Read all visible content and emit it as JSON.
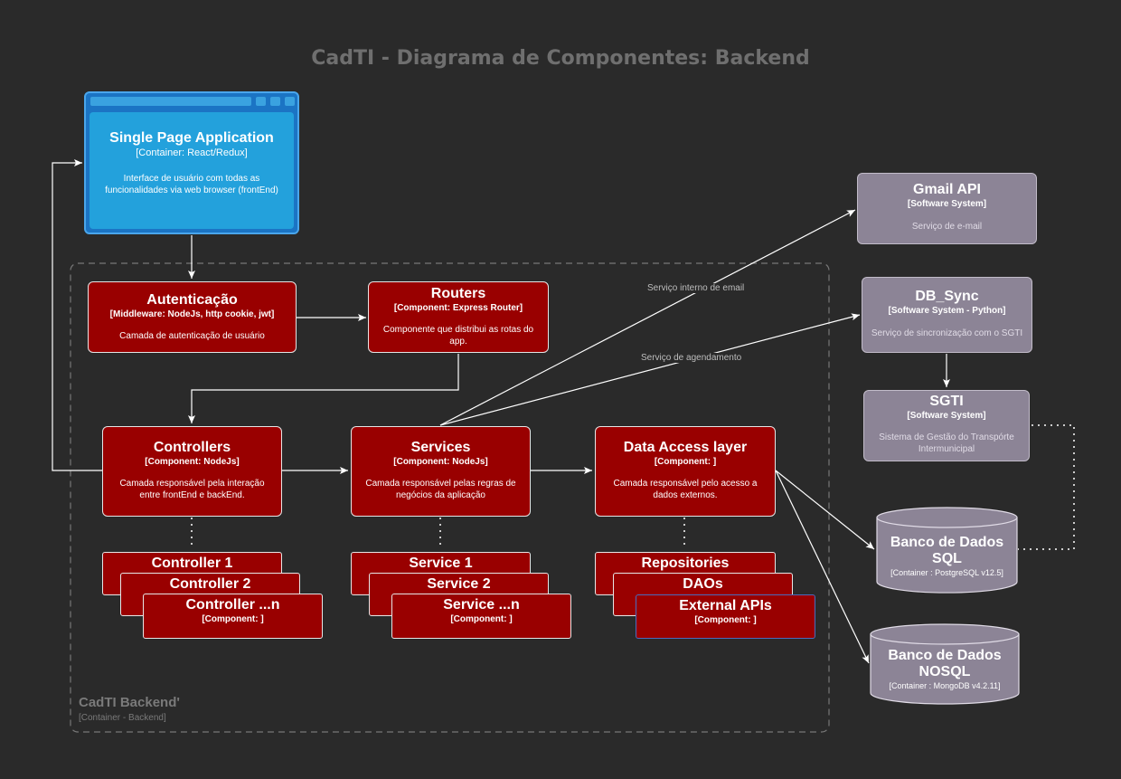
{
  "title": "CadTI - Diagrama de Componentes: Backend",
  "colors": {
    "background": "#2a2a2a",
    "component": "#990000",
    "external": "#8c8496",
    "spa": "#23a1dc",
    "lines": "#ffffff"
  },
  "spa": {
    "title": "Single Page Application",
    "subtitle": "[Container: React/Redux]",
    "description": "Interface de usuário com todas as funcionalidades via web browser (frontEnd)"
  },
  "container": {
    "name": "CadTI Backend'",
    "type": "[Container - Backend]"
  },
  "auth": {
    "title": "Autenticação",
    "subtitle": "[Middleware: NodeJs, http cookie, jwt]",
    "description": "Camada de autenticação de usuário"
  },
  "routers": {
    "title": "Routers",
    "subtitle": "[Component: Express Router]",
    "description": "Componente que distribui as rotas do app."
  },
  "controllers": {
    "title": "Controllers",
    "subtitle": "[Component: NodeJs]",
    "description": "Camada responsável pela interação entre frontEnd e backEnd."
  },
  "services": {
    "title": "Services",
    "subtitle": "[Component: NodeJs]",
    "description": "Camada responsável pelas regras de negócios da aplicação"
  },
  "dal": {
    "title": "Data Access layer",
    "subtitle": "[Component: ]",
    "description": "Camada responsável pelo acesso a dados externos."
  },
  "controller_stack": {
    "items": [
      "Controller 1",
      "Controller 2",
      "Controller ...n"
    ],
    "subtitle": "[Component: ]"
  },
  "service_stack": {
    "items": [
      "Service 1",
      "Service 2",
      "Service ...n"
    ],
    "subtitle": "[Component: ]"
  },
  "dal_stack": {
    "items": [
      "Repositories",
      "DAOs",
      "External APIs"
    ],
    "subtitle": "[Component: ]"
  },
  "gmail": {
    "title": "Gmail API",
    "subtitle": "[Software System]",
    "description": "Serviço de e-mail"
  },
  "dbsync": {
    "title": "DB_Sync",
    "subtitle": "[Software System - Python]",
    "description": "Serviço de sincronização com o SGTI"
  },
  "sgti": {
    "title": "SGTI",
    "subtitle": "[Software System]",
    "description": "Sistema de Gestão do Transpórte Intermunicipal"
  },
  "sql": {
    "title_line1": "Banco de Dados",
    "title_line2": "SQL",
    "subtitle": "[Container : PostgreSQL v12.5]"
  },
  "nosql": {
    "title_line1": "Banco de Dados",
    "title_line2": "NOSQL",
    "subtitle": "[Container : MongoDB v4.2.11]"
  },
  "edges": {
    "email": "Serviço interno de email",
    "scheduling": "Serviço de agendamento"
  }
}
